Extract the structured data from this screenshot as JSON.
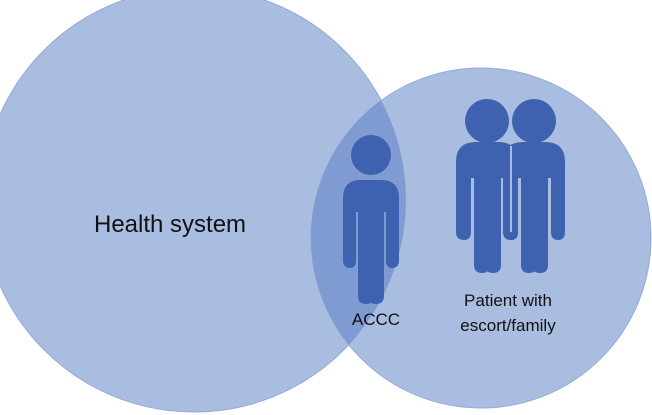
{
  "diagram": {
    "left_circle_label": "Health system",
    "overlap_label": "ACCC",
    "right_circle_label_line1": "Patient with",
    "right_circle_label_line2": "escort/family"
  },
  "colors": {
    "circle_fill": "#a9bde1",
    "circle_stroke": "#8fa8d6",
    "overlap_fill": "#7f9bd2",
    "person_icon": "#3e62b0",
    "text": "#111111"
  },
  "icons": {
    "overlap_figure": "person-icon",
    "right_figures": "two-people-icon"
  }
}
